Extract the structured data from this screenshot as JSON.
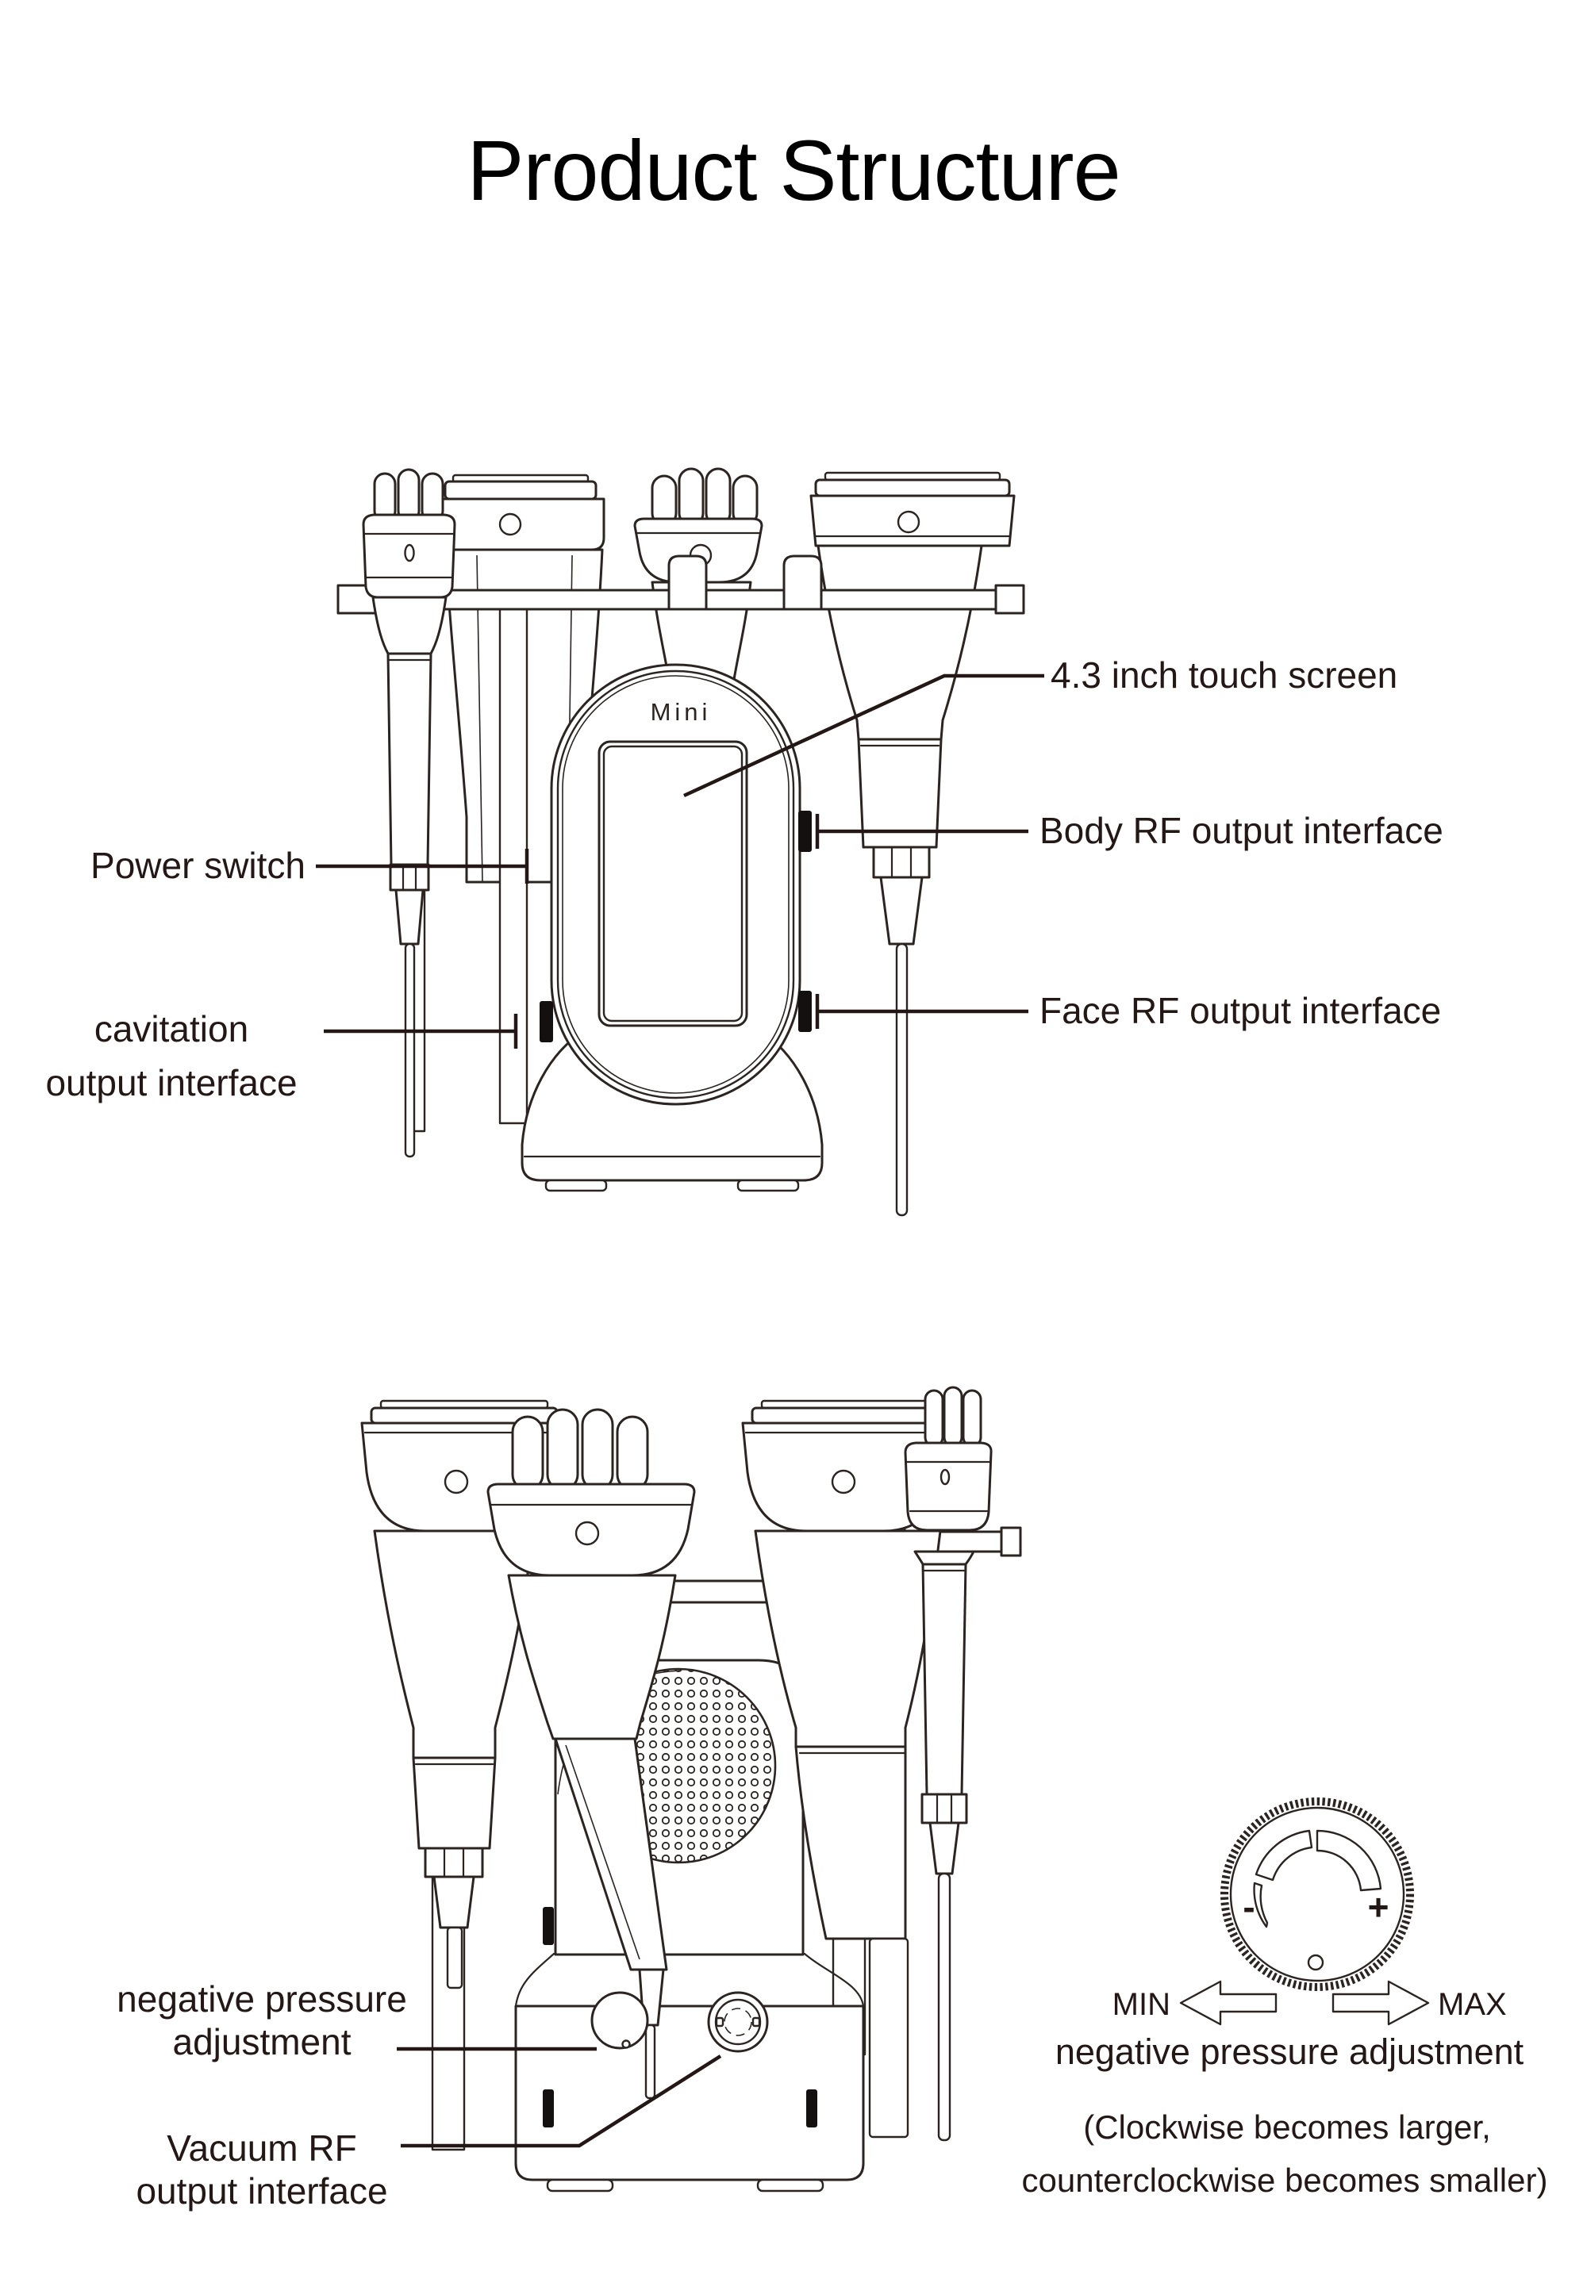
{
  "title": "Product Structure",
  "front": {
    "device_text": "Mini",
    "labels": {
      "touch_screen": "4.3 inch touch screen",
      "power_switch": "Power switch",
      "body_rf": "Body RF output interface",
      "face_rf": "Face RF output interface",
      "cavitation_1": "cavitation",
      "cavitation_2": "output  interface"
    }
  },
  "rear": {
    "labels": {
      "negative_pressure_1": "negative pressure",
      "negative_pressure_2": "adjustment",
      "vacuum_1": "Vacuum RF",
      "vacuum_2": "output interface"
    },
    "dial": {
      "minus": "-",
      "plus": "+",
      "min": "MIN",
      "max": "MAX",
      "caption": "negative pressure adjustment",
      "note_1": "(Clockwise becomes larger,",
      "note_2": "counterclockwise becomes smaller)"
    }
  },
  "colors": {
    "line": "#2b2421",
    "text": "#231815",
    "port": "#14100f",
    "background": "#ffffff"
  }
}
